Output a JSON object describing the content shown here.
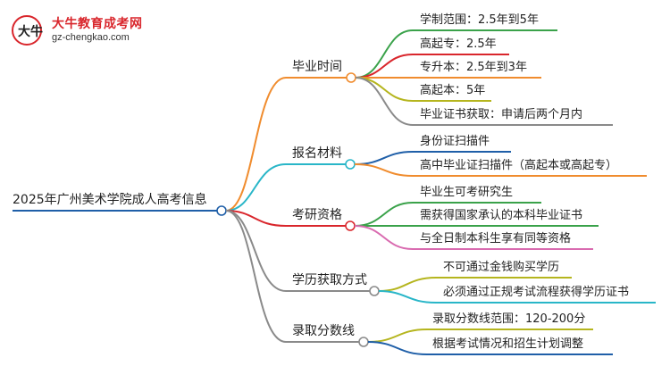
{
  "logo": {
    "mark_text": "大牛",
    "name": "大牛教育成考网",
    "url": "gz-chengkao.com"
  },
  "root": {
    "label": "2025年广州美术学院成人高考信息"
  },
  "branches": [
    {
      "label": "毕业时间",
      "children": [
        "学制范围：2.5年到5年",
        "高起专：2.5年",
        "专升本：2.5年到3年",
        "高起本：5年",
        "毕业证书获取：申请后两个月内"
      ]
    },
    {
      "label": "报名材料",
      "children": [
        "身份证扫描件",
        "高中毕业证扫描件（高起本或高起专）"
      ]
    },
    {
      "label": "考研资格",
      "children": [
        "毕业生可考研究生",
        "需获得国家承认的本科毕业证书",
        "与全日制本科生享有同等资格"
      ]
    },
    {
      "label": "学历获取方式",
      "children": [
        "不可通过金钱购买学历",
        "必须通过正规考试流程获得学历证书"
      ]
    },
    {
      "label": "录取分数线",
      "children": [
        "录取分数线范围：120-200分",
        "根据考试情况和招生计划调整"
      ]
    }
  ],
  "colors": {
    "root_line": "#1f5fa8",
    "branch_1": "#f08c2e",
    "branch_2": "#29b6c8",
    "branch_3": "#d9262c",
    "branch_4": "#8a8a8a",
    "branch_5": "#8a8a8a",
    "leaf_green": "#3aa24a",
    "leaf_red": "#d9262c",
    "leaf_orange": "#f08c2e",
    "leaf_olive": "#b5b51e",
    "leaf_gray": "#8a8a8a",
    "leaf_blue": "#1f5fa8",
    "leaf_pink": "#d96bb0"
  }
}
